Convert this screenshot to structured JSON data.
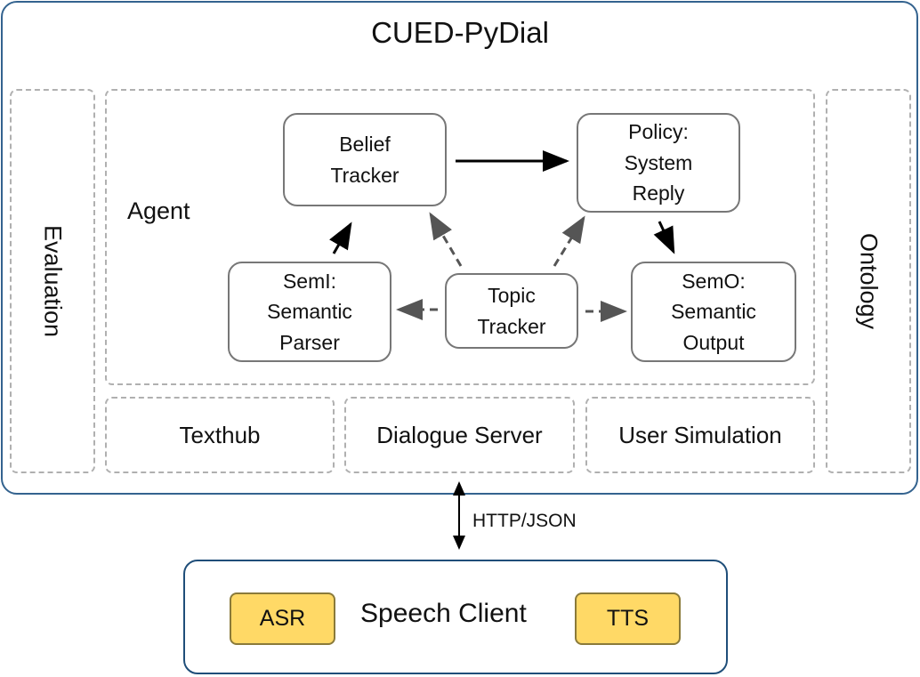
{
  "title": "CUED-PyDial",
  "evaluation": "Evaluation",
  "ontology": "Ontology",
  "agent": {
    "label": "Agent",
    "belief_tracker": "Belief\nTracker",
    "policy": "Policy:\nSystem\nReply",
    "semi": "SemI:\nSemantic\nParser",
    "topic_tracker": "Topic\nTracker",
    "semo": "SemO:\nSemantic\nOutput"
  },
  "modules": [
    "Texthub",
    "Dialogue Server",
    "User Simulation"
  ],
  "link_label": "HTTP/JSON",
  "client": {
    "label": "Speech Client",
    "asr": "ASR",
    "tts": "TTS"
  }
}
